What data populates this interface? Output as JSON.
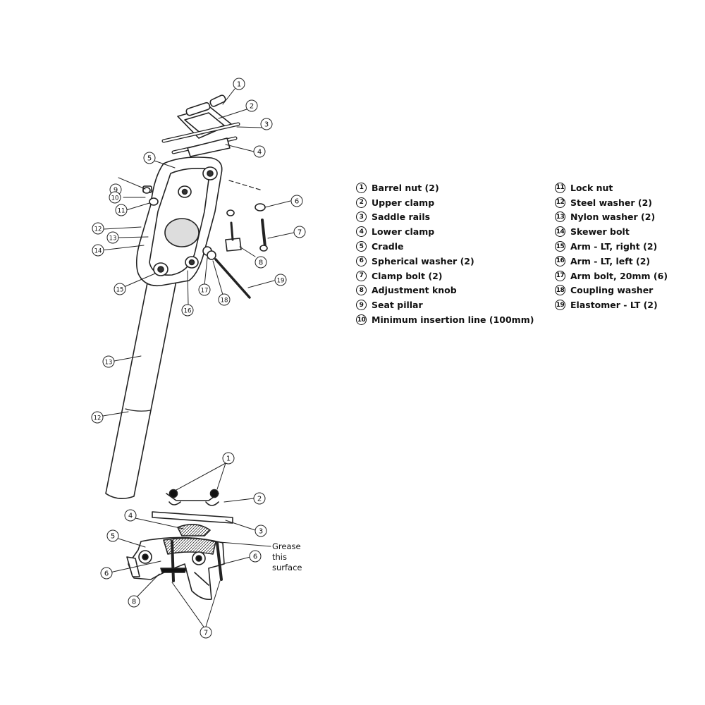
{
  "legend": [
    {
      "num": "1",
      "label": "Barrel nut (2)"
    },
    {
      "num": "2",
      "label": "Upper clamp"
    },
    {
      "num": "3",
      "label": "Saddle rails"
    },
    {
      "num": "4",
      "label": "Lower clamp"
    },
    {
      "num": "5",
      "label": "Cradle"
    },
    {
      "num": "6",
      "label": "Spherical washer (2)"
    },
    {
      "num": "7",
      "label": "Clamp bolt (2)"
    },
    {
      "num": "8",
      "label": "Adjustment knob"
    },
    {
      "num": "9",
      "label": "Seat pillar"
    },
    {
      "num": "10",
      "label": "Minimum insertion line (100mm)"
    },
    {
      "num": "11",
      "label": "Lock nut"
    },
    {
      "num": "12",
      "label": "Steel washer (2)"
    },
    {
      "num": "13",
      "label": "Nylon washer (2)"
    },
    {
      "num": "14",
      "label": "Skewer bolt"
    },
    {
      "num": "15",
      "label": "Arm - LT, right (2)"
    },
    {
      "num": "16",
      "label": "Arm - LT, left (2)"
    },
    {
      "num": "17",
      "label": "Arm bolt, 20mm (6)"
    },
    {
      "num": "18",
      "label": "Coupling washer"
    },
    {
      "num": "19",
      "label": "Elastomer - LT (2)"
    }
  ],
  "callouts_top": [
    "1",
    "2",
    "3",
    "4",
    "5",
    "6",
    "7",
    "8",
    "9",
    "10",
    "11",
    "12",
    "13",
    "14",
    "15",
    "16",
    "17",
    "18",
    "19",
    "13",
    "12"
  ],
  "callouts_bottom": [
    "1",
    "2",
    "3",
    "4",
    "5",
    "6",
    "6",
    "7",
    "8"
  ],
  "grease_note": {
    "line1": "Grease",
    "line2": "this",
    "line3": "surface"
  }
}
